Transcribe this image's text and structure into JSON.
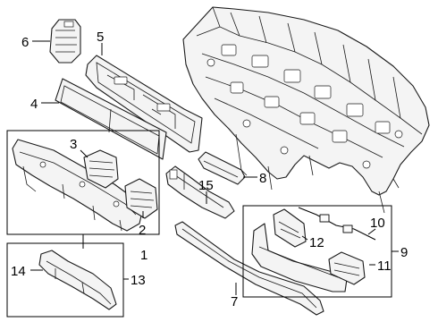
{
  "callouts": [
    {
      "id": "1",
      "text": "1"
    },
    {
      "id": "2",
      "text": "2"
    },
    {
      "id": "3",
      "text": "3"
    },
    {
      "id": "4",
      "text": "4"
    },
    {
      "id": "5",
      "text": "5"
    },
    {
      "id": "6",
      "text": "6"
    },
    {
      "id": "7",
      "text": "7"
    },
    {
      "id": "8",
      "text": "8"
    },
    {
      "id": "9",
      "text": "9"
    },
    {
      "id": "10",
      "text": "10"
    },
    {
      "id": "11",
      "text": "11"
    },
    {
      "id": "12",
      "text": "12"
    },
    {
      "id": "13",
      "text": "13"
    },
    {
      "id": "14",
      "text": "14"
    },
    {
      "id": "15",
      "text": "15"
    }
  ],
  "colors": {
    "line": "#1a1a1a",
    "fill": "#f4f4f4",
    "background": "#ffffff"
  }
}
